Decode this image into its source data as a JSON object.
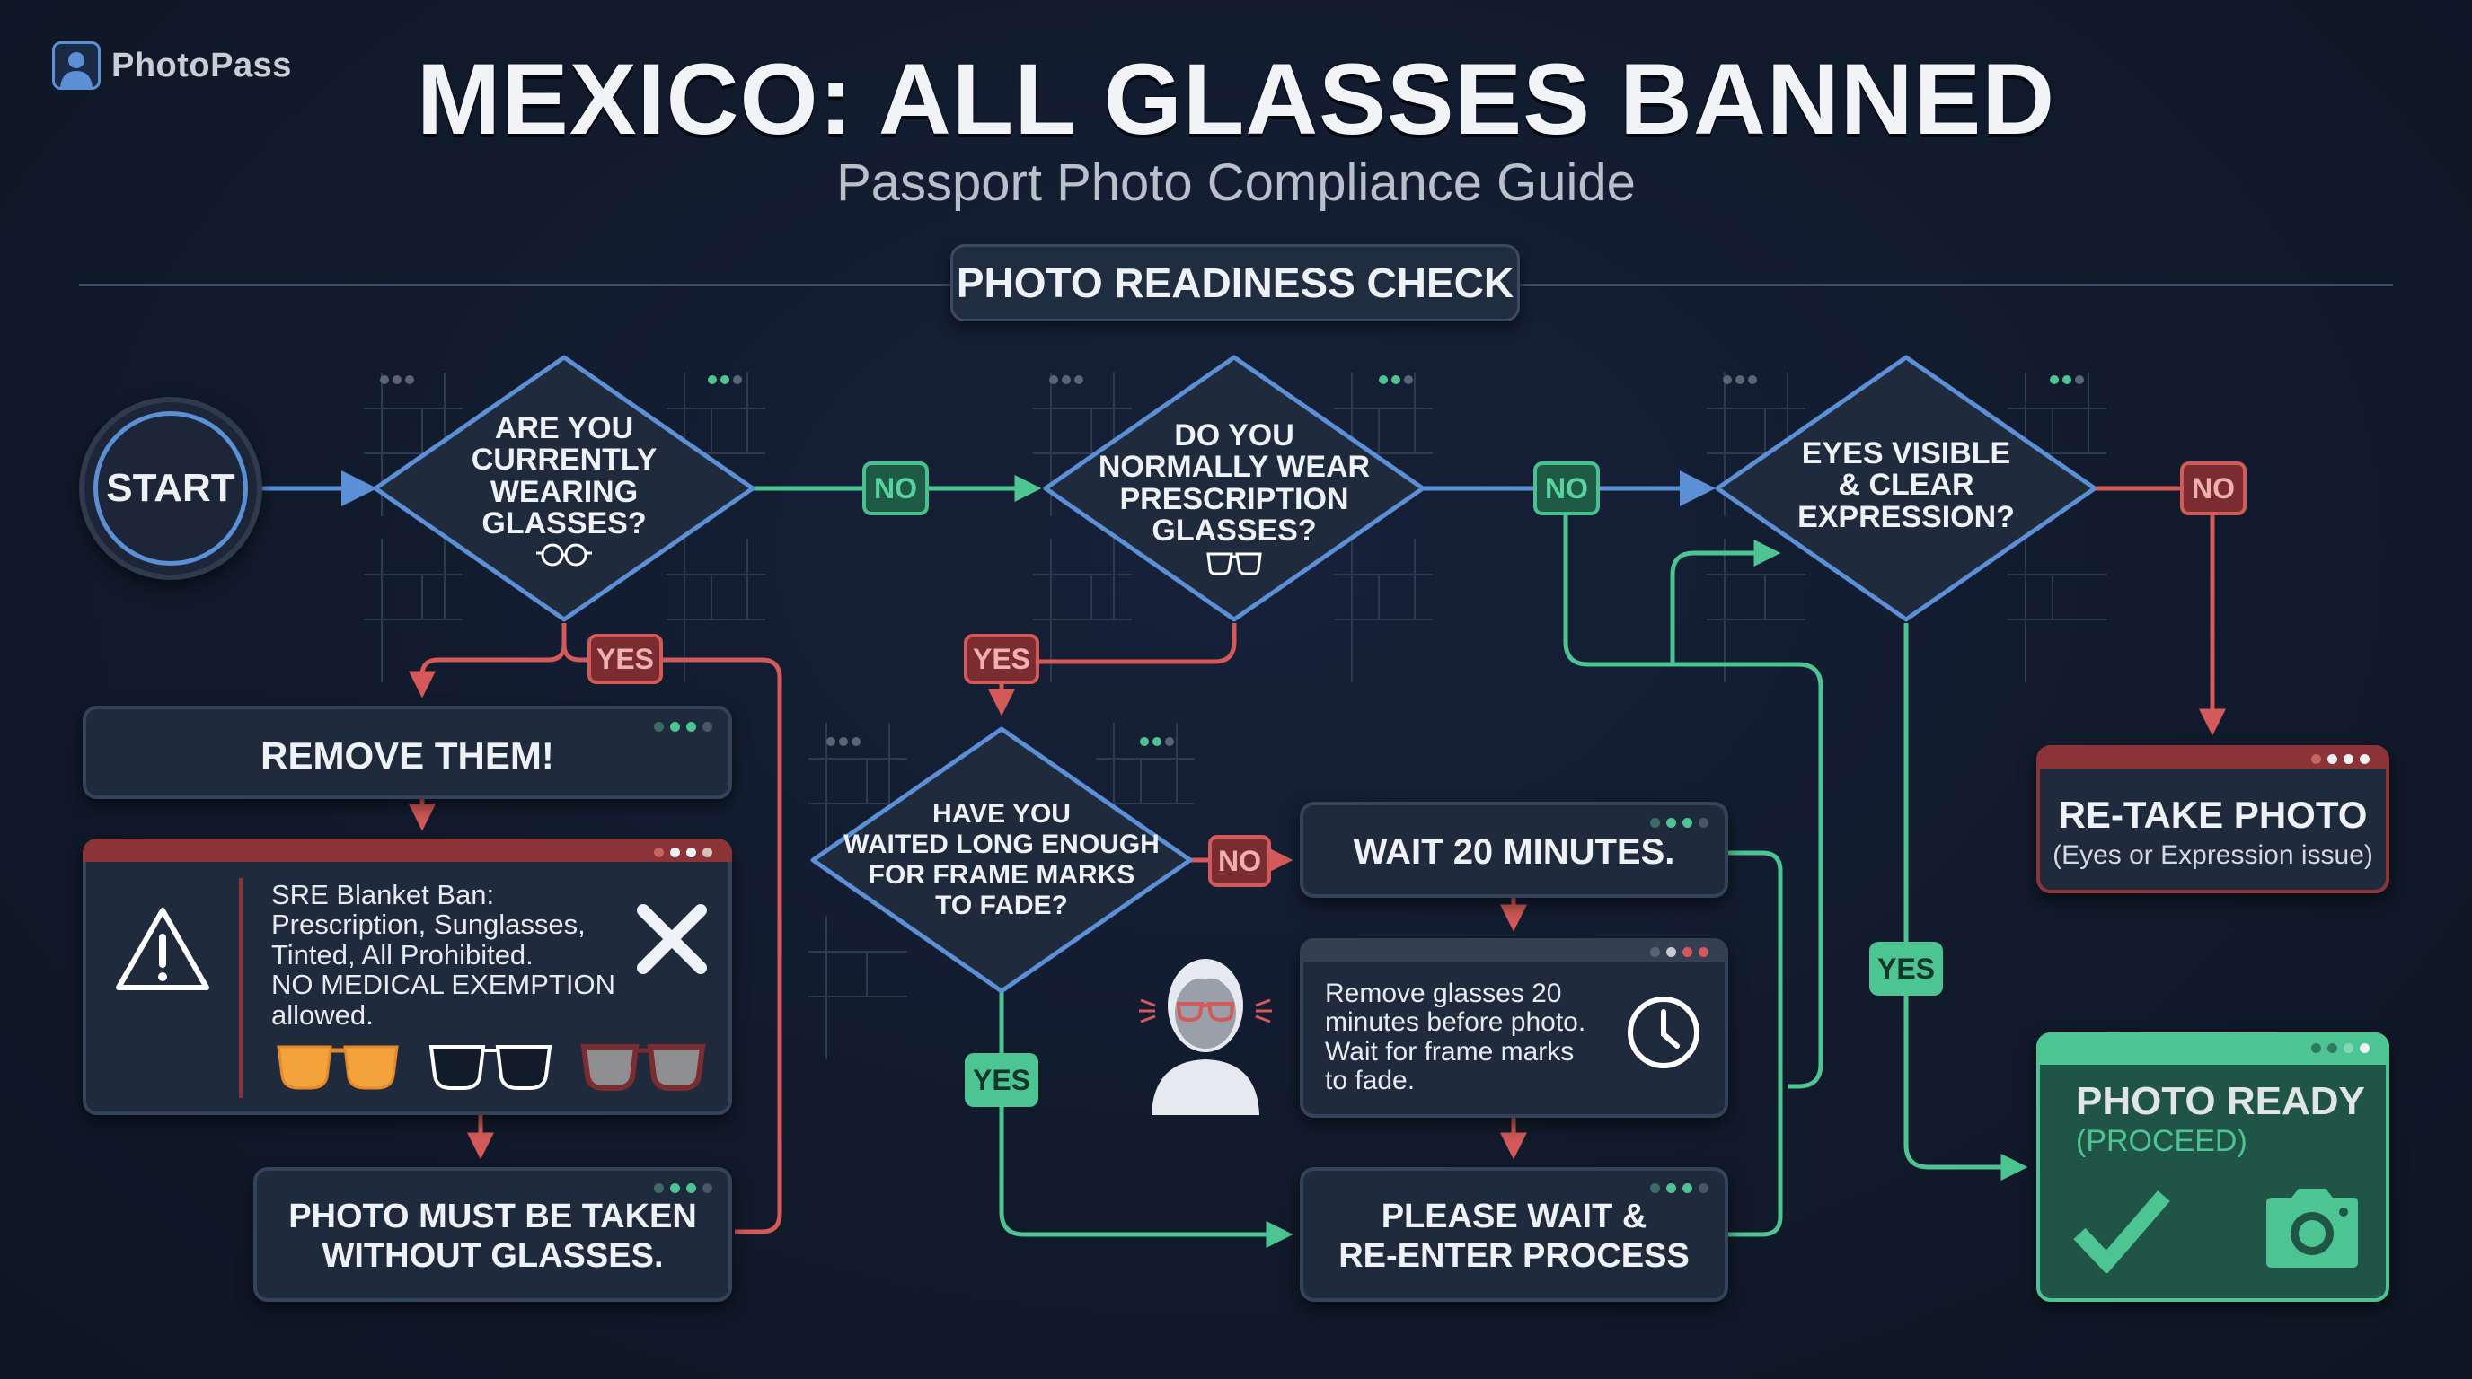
{
  "brand": {
    "name": "PhotoPass",
    "logo_icon": "person-headset-icon"
  },
  "header": {
    "title": "MEXICO: ALL GLASSES BANNED",
    "subtitle": "Passport Photo Compliance Guide",
    "section_badge": "PHOTO READINESS CHECK"
  },
  "colors": {
    "background": "#111a2b",
    "card": "#1f2a3c",
    "blue_line": "#5b8fd6",
    "green": "#4cc592",
    "red": "#d35a58",
    "red_bar": "#8b3336",
    "text": "#eef1f5"
  },
  "nodes": {
    "start": {
      "label": "START"
    },
    "q1": {
      "lines": [
        "ARE YOU",
        "CURRENTLY",
        "WEARING",
        "GLASSES?"
      ],
      "icon": "round-glasses-icon"
    },
    "q2": {
      "lines": [
        "DO YOU",
        "NORMALLY WEAR",
        "PRESCRIPTION",
        "GLASSES?"
      ],
      "icon": "square-glasses-icon"
    },
    "q3": {
      "lines": [
        "EYES VISIBLE",
        "& CLEAR",
        "EXPRESSION?"
      ]
    },
    "q4": {
      "lines": [
        "HAVE YOU",
        "WAITED LONG ENOUGH",
        "FOR FRAME MARKS",
        "TO FADE?"
      ]
    },
    "remove": {
      "label": "REMOVE THEM!"
    },
    "warning": {
      "lines": [
        "SRE Blanket Ban:",
        "Prescription, Sunglasses,",
        "Tinted, All Prohibited.",
        "NO MEDICAL EXEMPTION",
        "allowed."
      ],
      "icons": [
        "warning-triangle-icon",
        "x-mark-icon",
        "orange-sunglasses-icon",
        "clear-glasses-icon",
        "tinted-glasses-icon"
      ]
    },
    "must_without": {
      "lines": [
        "PHOTO MUST BE TAKEN",
        "WITHOUT GLASSES."
      ]
    },
    "wait20": {
      "label": "WAIT 20 MINUTES."
    },
    "wait_detail": {
      "lines": [
        "Remove glasses 20",
        "minutes before photo.",
        "Wait for frame marks",
        "to fade."
      ],
      "icon": "clock-icon"
    },
    "please_wait": {
      "lines": [
        "PLEASE WAIT &",
        "RE-ENTER PROCESS"
      ]
    },
    "retake": {
      "title": "RE-TAKE PHOTO",
      "subtitle": "(Eyes or Expression issue)"
    },
    "ready": {
      "title": "PHOTO READY",
      "subtitle": "(PROCEED)",
      "icons": [
        "checkmark-icon",
        "camera-icon"
      ]
    },
    "person_illustration": "person-with-frame-marks-icon"
  },
  "edges": {
    "q1_no": "NO",
    "q1_yes": "YES",
    "q2_no": "NO",
    "q2_yes": "YES",
    "q3_no": "NO",
    "q3_yes": "YES",
    "q4_no": "NO",
    "q4_yes": "YES"
  }
}
